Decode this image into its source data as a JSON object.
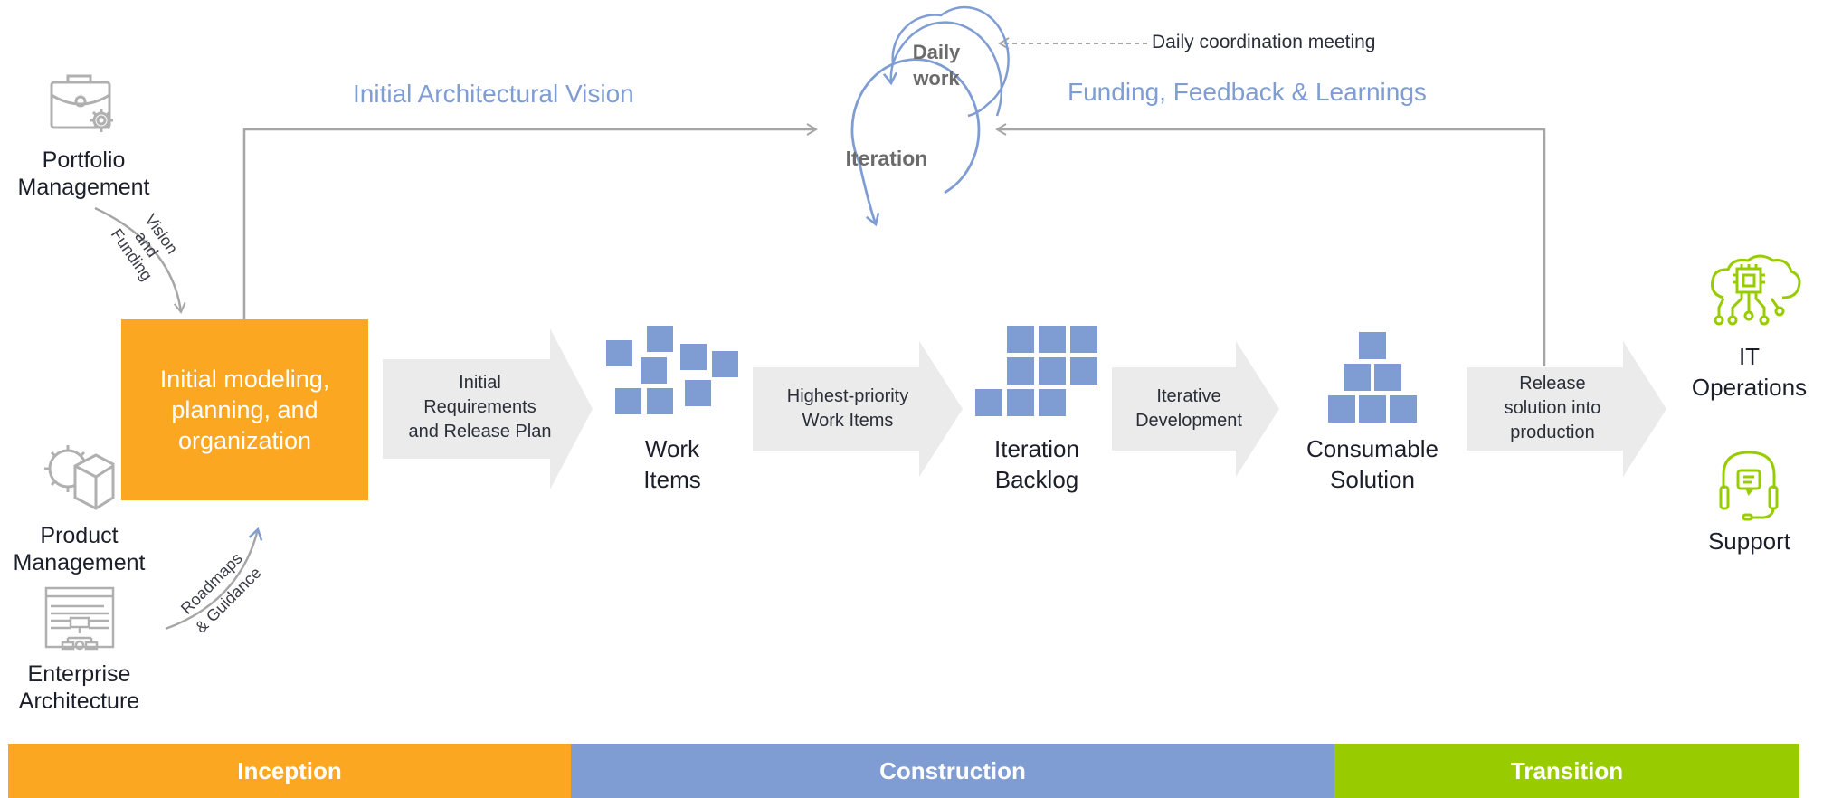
{
  "colors": {
    "inception": "#fca722",
    "construction": "#7f9dd3",
    "transition": "#99cc00",
    "arrow_fill": "#ebebeb",
    "connector": "#a6a6a6",
    "icon_gray": "#b0b0b0",
    "icon_green": "#99cc00",
    "block_blue": "#7f9dd3"
  },
  "stakeholders": {
    "portfolio": {
      "label_line1": "Portfolio",
      "label_line2": "Management",
      "icon": "briefcase-gear-icon"
    },
    "product": {
      "label_line1": "Product",
      "label_line2": "Management",
      "icon": "gear-box-icon"
    },
    "enterprise": {
      "label_line1": "Enterprise",
      "label_line2": "Architecture",
      "icon": "architecture-diagram-icon"
    }
  },
  "curved_labels": {
    "vision": [
      "Vision",
      "and",
      "Funding"
    ],
    "roadmaps": [
      "Roadmaps",
      "& Guidance"
    ]
  },
  "inception_box": {
    "line1": "Initial modeling,",
    "line2": "planning, and",
    "line3": "organization"
  },
  "top_labels": {
    "architectural_vision": "Initial Architectural Vision",
    "funding_feedback": "Funding, Feedback & Learnings",
    "daily_meeting": "Daily coordination meeting"
  },
  "cycles": {
    "daily_line1": "Daily",
    "daily_line2": "work",
    "iteration": "Iteration"
  },
  "flow_arrows": [
    {
      "lines": [
        "Initial",
        "Requirements",
        "and Release Plan"
      ]
    },
    {
      "lines": [
        "Highest-priority",
        "Work Items"
      ]
    },
    {
      "lines": [
        "Iterative",
        "Development"
      ]
    },
    {
      "lines": [
        "Release",
        "solution into",
        "production"
      ]
    }
  ],
  "artifacts": {
    "work_items": {
      "line1": "Work",
      "line2": "Items",
      "icon": "scattered-blocks-icon"
    },
    "iteration_backlog": {
      "line1": "Iteration",
      "line2": "Backlog",
      "icon": "stacked-blocks-icon"
    },
    "consumable_solution": {
      "line1": "Consumable",
      "line2": "Solution",
      "icon": "pyramid-blocks-icon"
    }
  },
  "targets": {
    "it_operations": {
      "line1": "IT",
      "line2": "Operations",
      "icon": "cloud-chip-icon"
    },
    "support": {
      "label": "Support",
      "icon": "headset-icon"
    }
  },
  "phases": [
    {
      "label": "Inception"
    },
    {
      "label": "Construction"
    },
    {
      "label": "Transition"
    }
  ]
}
